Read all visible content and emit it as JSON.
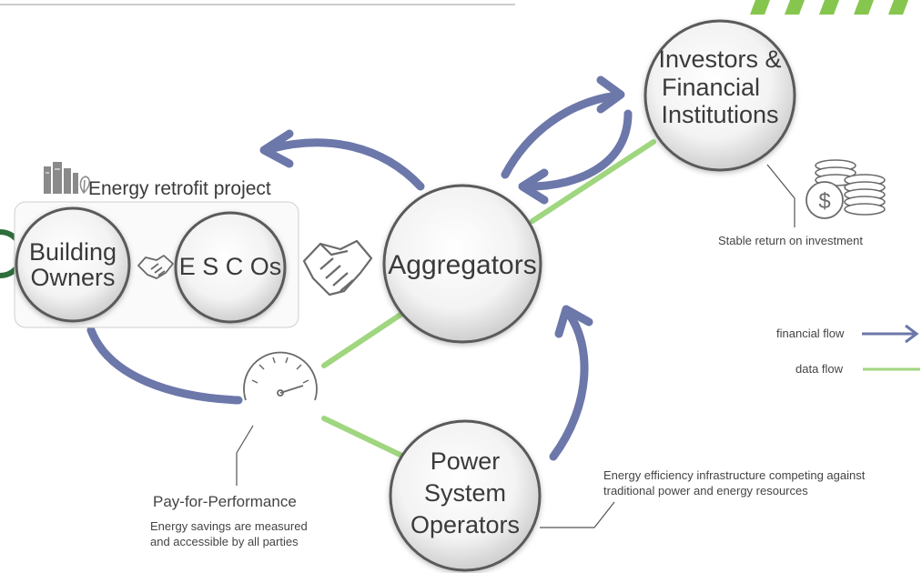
{
  "nodes": {
    "investors": [
      "Investors &",
      "Financial",
      "Institutions"
    ],
    "aggregators": "Aggregators",
    "owners": [
      "Building",
      "Owners"
    ],
    "escos": "E S C Os",
    "operators": [
      "Power",
      "System",
      "Operators"
    ]
  },
  "project_title": "Energy retrofit project",
  "notes": {
    "investment": "Stable return on investment",
    "pay_title": "Pay-for-Performance",
    "pay_desc": [
      "Energy savings are measured",
      "and accessible by all parties"
    ],
    "efficiency": [
      "Energy efficiency infrastructure competing against",
      "traditional power and energy resources"
    ]
  },
  "legend": {
    "financial": "financial flow",
    "data": "data flow"
  },
  "colors": {
    "financial": "#6c77aa",
    "data": "#9fd67f",
    "accent": "#86c64e"
  }
}
